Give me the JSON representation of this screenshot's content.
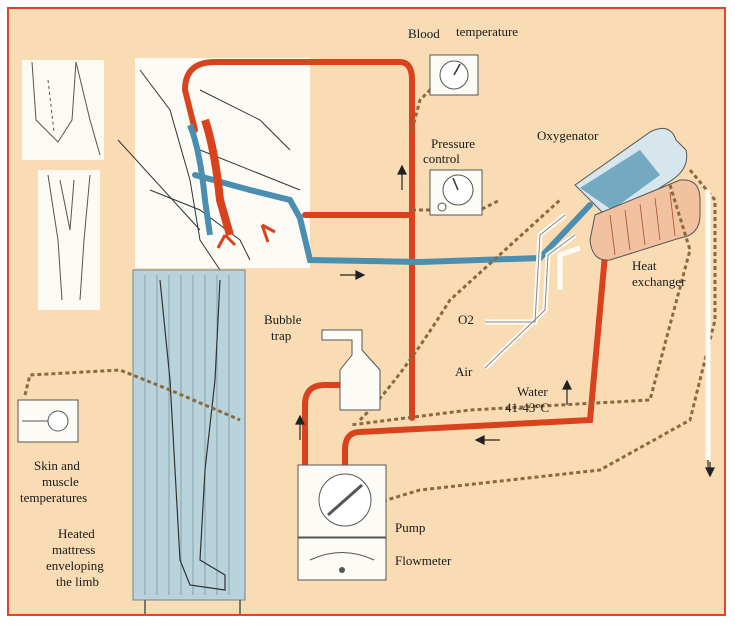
{
  "labels": {
    "blood": "Blood",
    "temperature": "temperature",
    "pressure": "Pressure",
    "control": "control",
    "oxygenator": "Oxygenator",
    "heat_exchanger_1": "Heat",
    "heat_exchanger_2": "exchanger",
    "bubble_trap_1": "Bubble",
    "bubble_trap_2": "trap",
    "o2": "O2",
    "air": "Air",
    "water_1": "Water",
    "water_2": "41-43°C",
    "skin_1": "Skin and",
    "skin_2": "muscle",
    "skin_3": "temperatures",
    "mattress_1": "Heated",
    "mattress_2": "mattress",
    "mattress_3": "enveloping",
    "mattress_4": "the limb",
    "pump": "Pump",
    "flowmeter": "Flowmeter"
  },
  "colors": {
    "background": "#f9dcb4",
    "frame": "#e0442c",
    "arterial": "#d8431e",
    "venous": "#4a8fb0",
    "mattress": "#b9d3dc",
    "tubing": "#8a6a3c"
  }
}
